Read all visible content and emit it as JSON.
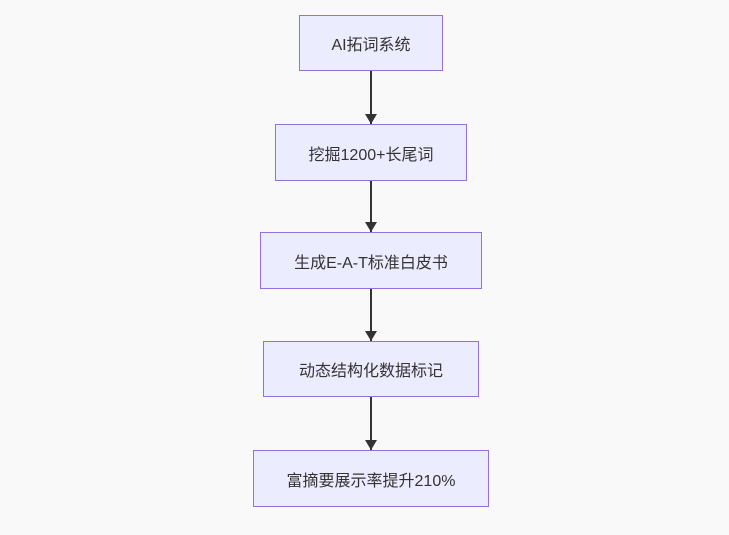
{
  "diagram": {
    "type": "flowchart",
    "direction": "top-down",
    "colors": {
      "background": "#f9f9f9",
      "node_fill": "#ECECFF",
      "node_border": "#9370DB",
      "text": "#333333",
      "arrow": "#333333"
    },
    "nodes": [
      {
        "label": "AI拓词系统"
      },
      {
        "label": "挖掘1200+长尾词"
      },
      {
        "label": "生成E-A-T标准白皮书"
      },
      {
        "label": "动态结构化数据标记"
      },
      {
        "label": "富摘要展示率提升210%"
      }
    ],
    "edges": [
      {
        "from": 0,
        "to": 1,
        "style": "solid-arrow"
      },
      {
        "from": 1,
        "to": 2,
        "style": "solid-arrow"
      },
      {
        "from": 2,
        "to": 3,
        "style": "solid-arrow"
      },
      {
        "from": 3,
        "to": 4,
        "style": "solid-arrow"
      }
    ]
  }
}
